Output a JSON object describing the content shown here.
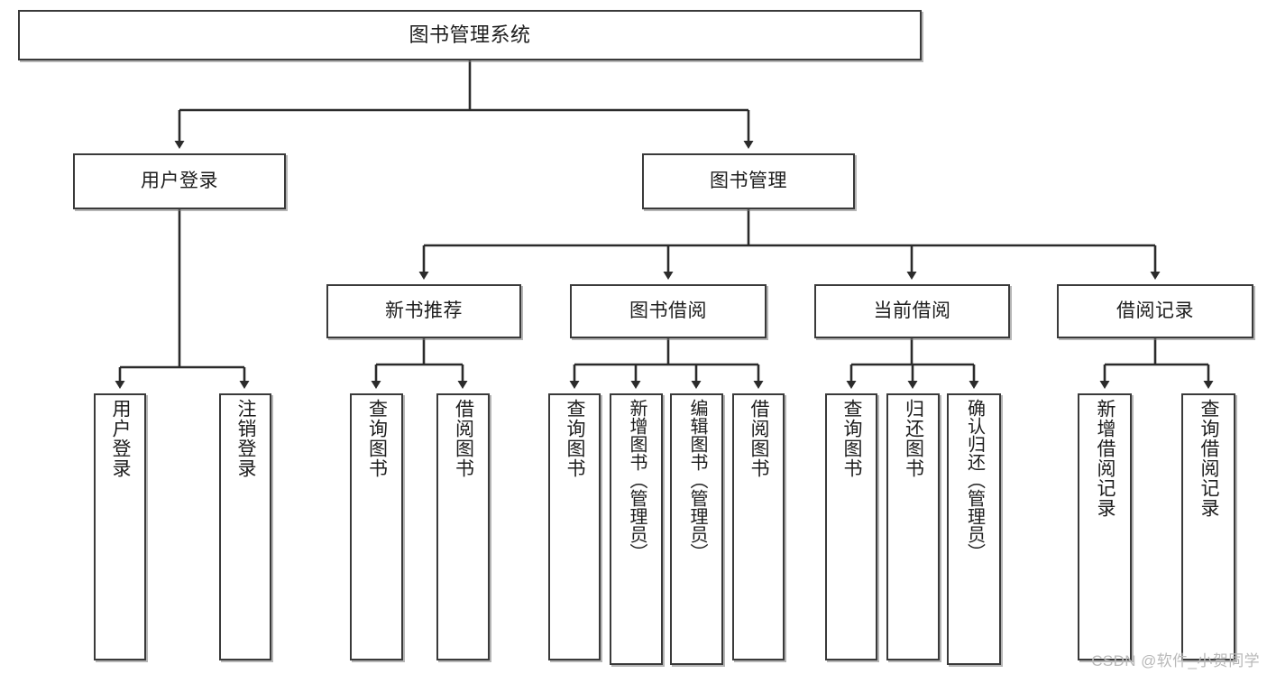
{
  "diagram": {
    "title": "图书管理系统",
    "type": "tree",
    "watermark": "CSDN @软件_小贺同学",
    "colors": {
      "box_border": "#3a3a3a",
      "box_fill": "#ffffff",
      "connector": "#2b2b2b",
      "text": "#1d1d1d",
      "watermark": "#b9b9b9"
    },
    "root": {
      "label": "图书管理系统"
    },
    "level1": [
      {
        "label": "用户登录"
      },
      {
        "label": "图书管理"
      }
    ],
    "level2": [
      {
        "label": "新书推荐"
      },
      {
        "label": "图书借阅"
      },
      {
        "label": "当前借阅"
      },
      {
        "label": "借阅记录"
      }
    ],
    "leaves": {
      "user_login": [
        {
          "label": "用户登录"
        },
        {
          "label": "注销登录"
        }
      ],
      "new_book_recommend": [
        {
          "label": "查询图书"
        },
        {
          "label": "借阅图书"
        }
      ],
      "book_borrow": [
        {
          "label": "查询图书"
        },
        {
          "label": "新增图书（管理员）"
        },
        {
          "label": "编辑图书（管理员）"
        },
        {
          "label": "借阅图书"
        }
      ],
      "current_borrow": [
        {
          "label": "查询图书"
        },
        {
          "label": "归还图书"
        },
        {
          "label": "确认归还（管理员）"
        }
      ],
      "borrow_record": [
        {
          "label": "新增借阅记录"
        },
        {
          "label": "查询借阅记录"
        }
      ]
    }
  }
}
